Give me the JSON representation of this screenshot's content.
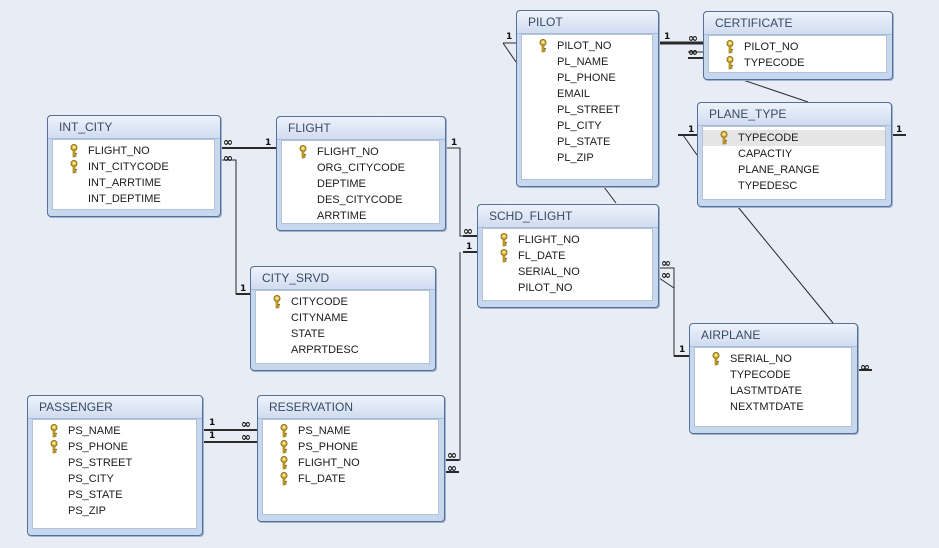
{
  "tables": [
    {
      "id": "pilot",
      "title": "PILOT",
      "fields": [
        {
          "name": "PILOT_NO",
          "key": true
        },
        {
          "name": "PL_NAME"
        },
        {
          "name": "PL_PHONE"
        },
        {
          "name": "EMAIL"
        },
        {
          "name": "PL_STREET"
        },
        {
          "name": "PL_CITY"
        },
        {
          "name": "PL_STATE"
        },
        {
          "name": "PL_ZIP"
        }
      ]
    },
    {
      "id": "certificate",
      "title": "CERTIFICATE",
      "fields": [
        {
          "name": "PILOT_NO",
          "key": true
        },
        {
          "name": "TYPECODE",
          "key": true
        }
      ]
    },
    {
      "id": "plane_type",
      "title": "PLANE_TYPE",
      "fields": [
        {
          "name": "TYPECODE",
          "key": true,
          "selected": true
        },
        {
          "name": "CAPACTIY"
        },
        {
          "name": "PLANE_RANGE"
        },
        {
          "name": "TYPEDESC"
        }
      ]
    },
    {
      "id": "int_city",
      "title": "INT_CITY",
      "fields": [
        {
          "name": "FLIGHT_NO",
          "key": true
        },
        {
          "name": "INT_CITYCODE",
          "key": true
        },
        {
          "name": "INT_ARRTIME"
        },
        {
          "name": "INT_DEPTIME"
        }
      ]
    },
    {
      "id": "flight",
      "title": "FLIGHT",
      "fields": [
        {
          "name": "FLIGHT_NO",
          "key": true
        },
        {
          "name": "ORG_CITYCODE"
        },
        {
          "name": "DEPTIME"
        },
        {
          "name": "DES_CITYCODE"
        },
        {
          "name": "ARRTIME"
        }
      ]
    },
    {
      "id": "schd_flight",
      "title": "SCHD_FLIGHT",
      "fields": [
        {
          "name": "FLIGHT_NO",
          "key": true
        },
        {
          "name": "FL_DATE",
          "key": true
        },
        {
          "name": "SERIAL_NO"
        },
        {
          "name": "PILOT_NO"
        }
      ]
    },
    {
      "id": "city_srvd",
      "title": "CITY_SRVD",
      "fields": [
        {
          "name": "CITYCODE",
          "key": true
        },
        {
          "name": "CITYNAME"
        },
        {
          "name": "STATE"
        },
        {
          "name": "ARPRTDESC"
        }
      ]
    },
    {
      "id": "airplane",
      "title": "AIRPLANE",
      "fields": [
        {
          "name": "SERIAL_NO",
          "key": true
        },
        {
          "name": "TYPECODE"
        },
        {
          "name": "LASTMTDATE"
        },
        {
          "name": "NEXTMTDATE"
        }
      ]
    },
    {
      "id": "passenger",
      "title": "PASSENGER",
      "fields": [
        {
          "name": "PS_NAME",
          "key": true
        },
        {
          "name": "PS_PHONE",
          "key": true
        },
        {
          "name": "PS_STREET"
        },
        {
          "name": "PS_CITY"
        },
        {
          "name": "PS_STATE"
        },
        {
          "name": "PS_ZIP"
        }
      ]
    },
    {
      "id": "reservation",
      "title": "RESERVATION",
      "fields": [
        {
          "name": "PS_NAME",
          "key": true
        },
        {
          "name": "PS_PHONE",
          "key": true
        },
        {
          "name": "FLIGHT_NO",
          "key": true
        },
        {
          "name": "FL_DATE",
          "key": true
        }
      ]
    }
  ],
  "cardinality": {
    "one": "1",
    "many": "∞"
  },
  "colors": {
    "background": "#e8ecf4",
    "table_frame": "#c7d7ee",
    "line": "#222222",
    "key": "#c9a227"
  }
}
